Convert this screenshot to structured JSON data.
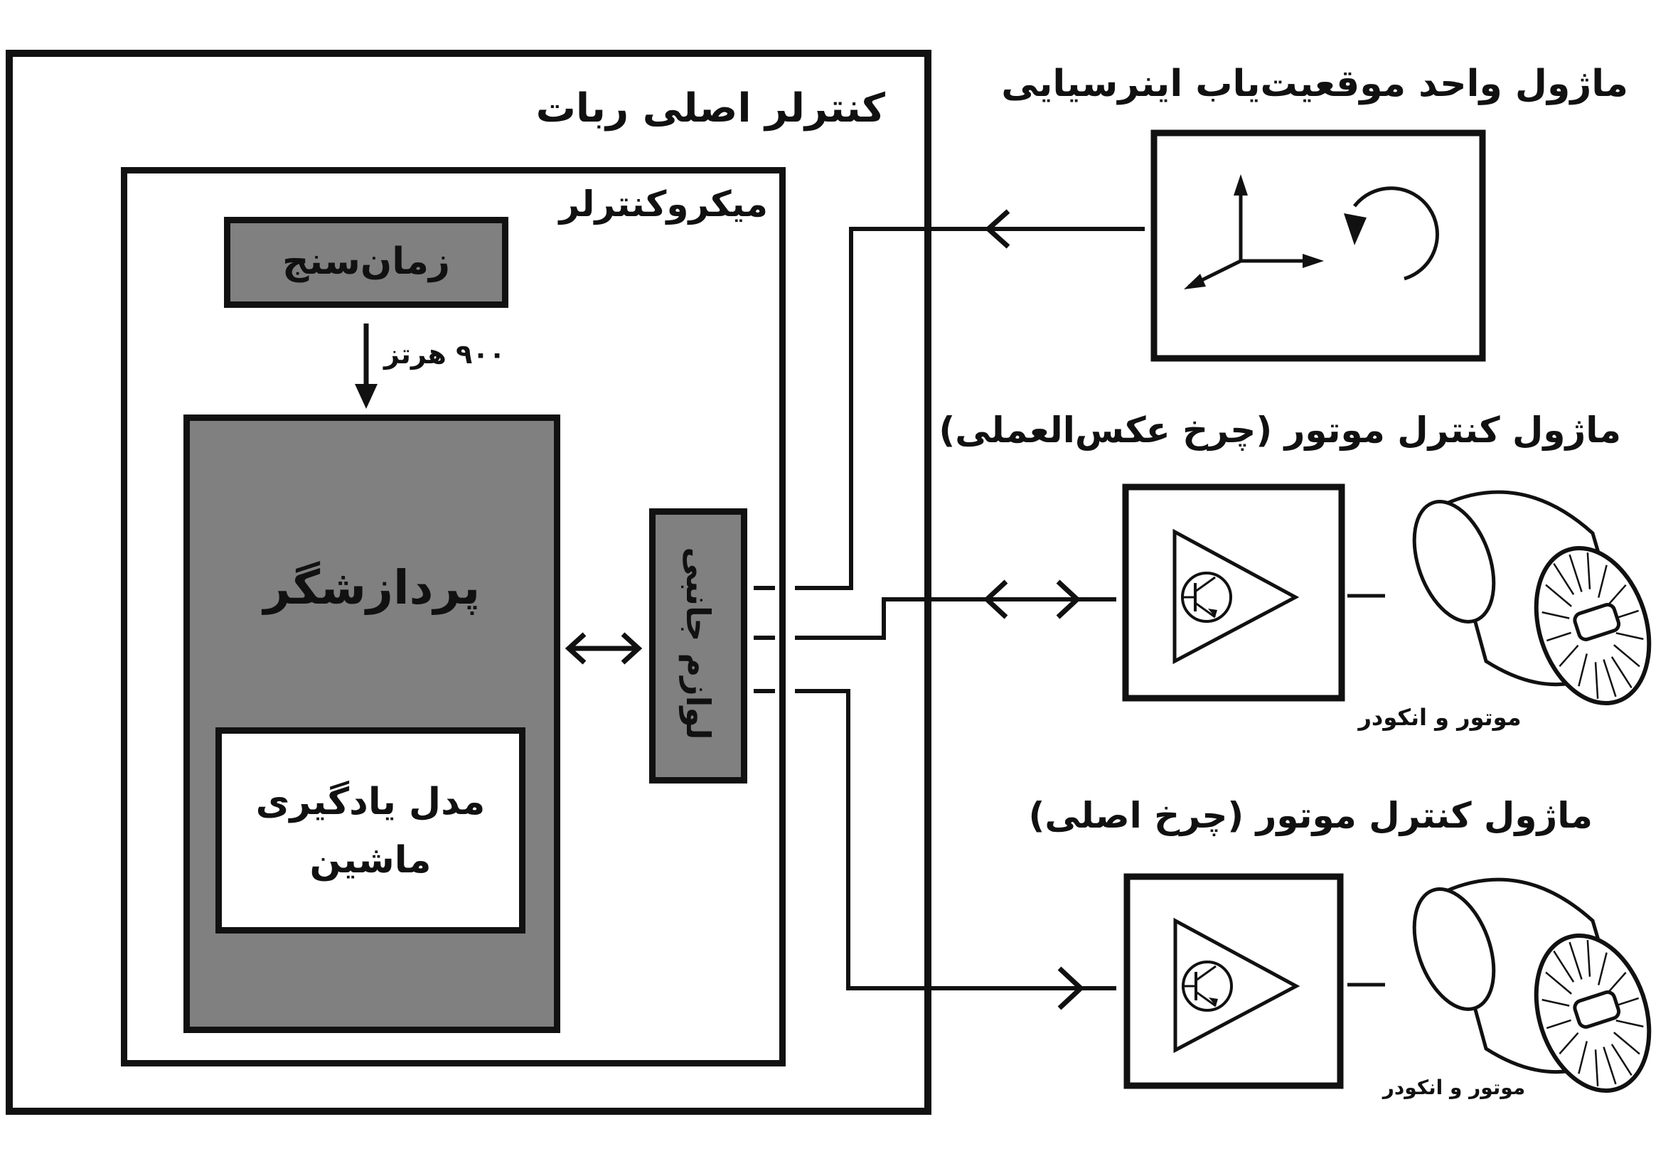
{
  "colors": {
    "ink": "#111111",
    "module_fill": "#808080",
    "background": "#ffffff"
  },
  "robot_controller": {
    "title": "کنترلر اصلی ربات"
  },
  "microcontroller": {
    "title": "میکروکنترلر"
  },
  "timer": {
    "label": "زمان‌سنج"
  },
  "timer_frequency": {
    "label": "۹۰۰ هرتز"
  },
  "processor": {
    "label": "پردازشگر"
  },
  "ml_model": {
    "line1": "مدل یادگیری",
    "line2": "ماشین"
  },
  "peripherals": {
    "label": "لوازم جانبی"
  },
  "imu_module": {
    "title": "ماژول واحد موقعیت‌یاب اینرسیایی",
    "icons": [
      "axes-icon",
      "rotation-icon"
    ]
  },
  "motor_module_reverse": {
    "title": "ماژول کنترل موتور (چرخ عکس‌العملی)",
    "icon": "transistor-amplifier-icon"
  },
  "motor_module_main": {
    "title": "ماژول کنترل موتور (چرخ اصلی)",
    "icon": "transistor-amplifier-icon"
  },
  "motor_reverse": {
    "caption": "موتور و انکودر",
    "icon": "motor-encoder-icon"
  },
  "motor_main": {
    "caption": "موتور و انکودر",
    "icon": "motor-encoder-icon"
  }
}
